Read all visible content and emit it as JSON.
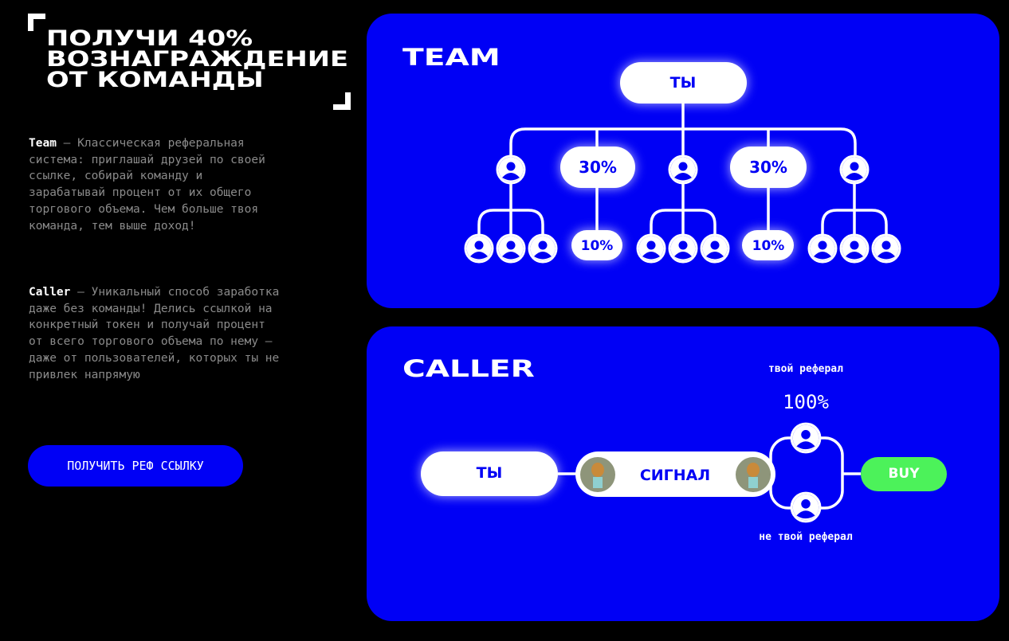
{
  "headline": {
    "line1": "ПОЛУЧИ 40%",
    "line2": "ВОЗНАГРАЖДЕНИЕ",
    "line3": "ОТ КОМАНДЫ"
  },
  "team_desc": {
    "term": "Team",
    "sep": " – ",
    "text": "Классическая реферальная система: приглашай друзей по своей ссылке, собирай команду и зарабатывай процент от их общего торгового объема. Чем больше твоя команда, тем выше доход!"
  },
  "caller_desc": {
    "term": "Caller",
    "sep": " – ",
    "text": "Уникальный способ заработка даже без команды! Делись ссылкой на конкретный токен и получай процент от всего торгового объема по нему — даже от пользователей, которых ты не привлек напрямую"
  },
  "cta": {
    "label": "ПОЛУЧИТЬ РЕФ ССЫЛКУ"
  },
  "team": {
    "title": "TEAM",
    "root": "ТЫ",
    "level1_pct": "30%",
    "level2_pct": "10%"
  },
  "caller": {
    "title": "CALLER",
    "you": "ТЫ",
    "signal": "СИГНАЛ",
    "yours_label": "твой реферал",
    "yours_pct": "100%",
    "not_yours_label": "не твой реферал",
    "buy": "BUY"
  },
  "colors": {
    "blue": "#0000f5",
    "green": "#4cf25a"
  }
}
